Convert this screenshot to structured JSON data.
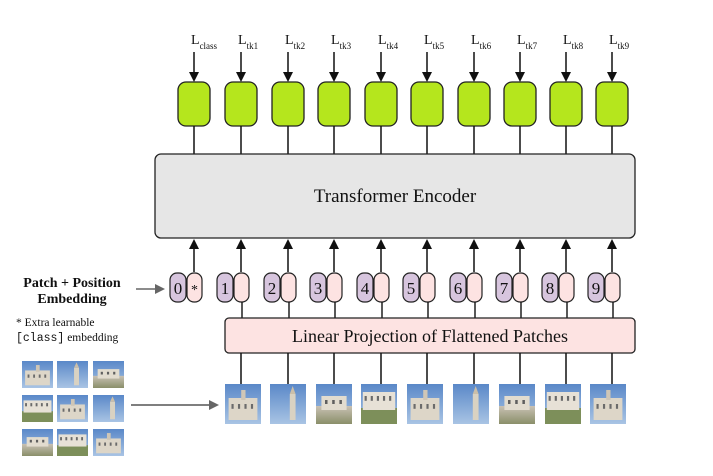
{
  "loss_labels": [
    {
      "main": "L",
      "sub": "class"
    },
    {
      "main": "L",
      "sub": "tk1"
    },
    {
      "main": "L",
      "sub": "tk2"
    },
    {
      "main": "L",
      "sub": "tk3"
    },
    {
      "main": "L",
      "sub": "tk4"
    },
    {
      "main": "L",
      "sub": "tk5"
    },
    {
      "main": "L",
      "sub": "tk6"
    },
    {
      "main": "L",
      "sub": "tk7"
    },
    {
      "main": "L",
      "sub": "tk8"
    },
    {
      "main": "L",
      "sub": "tk9"
    }
  ],
  "encoder_label": "Transformer Encoder",
  "projection_label": "Linear Projection of Flattened Patches",
  "embedding_legend": {
    "title_line1": "Patch + Position",
    "title_line2": "Embedding",
    "note_line1": "* Extra learnable",
    "note_code": "[class]",
    "note_rest": " embedding"
  },
  "tokens": [
    "0",
    "1",
    "2",
    "3",
    "4",
    "5",
    "6",
    "7",
    "8",
    "9"
  ],
  "class_marker": "*",
  "colors": {
    "output_box": "#b5e61d",
    "encoder_fill": "#e6e6e6",
    "position_fill": "#d7c5de",
    "patch_fill": "#fde3e2",
    "projection_fill": "#fde3e2",
    "arrow": "#111111",
    "gray_arrow": "#666666"
  }
}
